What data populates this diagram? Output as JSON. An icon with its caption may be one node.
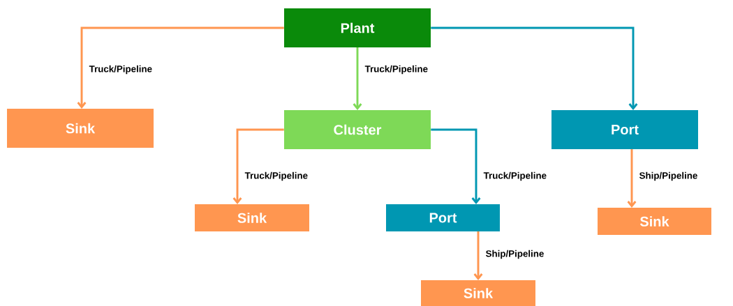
{
  "diagram": {
    "nodes": [
      {
        "text": [
          "Plant"
        ]
      },
      {
        "text": [
          "Sink"
        ]
      },
      {
        "text": [
          "Cluster"
        ]
      },
      {
        "text": [
          "Port"
        ]
      },
      {
        "text": [
          "Sink"
        ]
      },
      {
        "text": [
          "Port"
        ]
      },
      {
        "text": [
          "Sink"
        ]
      },
      {
        "text": [
          "Sink"
        ]
      }
    ],
    "edges": [
      {
        "from": 0,
        "to": 1,
        "arrow": "to",
        "label": "Truck/Pipeline"
      },
      {
        "from": 0,
        "to": 2,
        "arrow": "to",
        "label": "Truck/Pipeline",
        "color": "#7ed957"
      },
      {
        "from": 0,
        "to": 3,
        "arrow": "to",
        "color": "#0097b2"
      },
      {
        "from": 2,
        "to": 4,
        "arrow": "to",
        "label": "Truck/Pipeline"
      },
      {
        "from": 2,
        "to": 5,
        "arrow": "to",
        "label": "Truck/Pipeline",
        "color": "#0097b2"
      },
      {
        "from": 3,
        "to": 6,
        "arrow": "to",
        "label": "Ship/Pipeline"
      },
      {
        "from": 5,
        "to": 7,
        "arrow": "to",
        "label": "Ship/Pipeline"
      }
    ]
  }
}
